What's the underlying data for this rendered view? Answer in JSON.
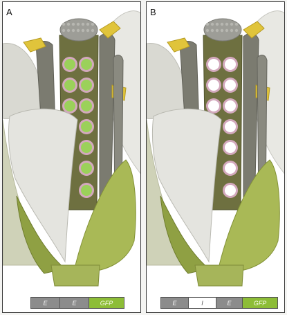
{
  "figure": {
    "panels": [
      {
        "letter": "A",
        "pollen_state": "green",
        "construct": [
          {
            "label": "E",
            "style": "grey"
          },
          {
            "label": "E",
            "style": "grey"
          },
          {
            "label": "GFP",
            "style": "green"
          }
        ]
      },
      {
        "letter": "B",
        "pollen_state": "white",
        "construct": [
          {
            "label": "E",
            "style": "grey"
          },
          {
            "label": "I",
            "style": "white"
          },
          {
            "label": "E",
            "style": "grey"
          },
          {
            "label": "GFP",
            "style": "green"
          }
        ]
      }
    ],
    "colors": {
      "petal": "#e4e4df",
      "sepal": "#a9b956",
      "stamen": "#7b7b70",
      "anther_yellow": "#e0c43b",
      "stigma": "#9d9d97",
      "pollen_green": "#9bd15a",
      "pollen_white": "#ffffff",
      "pollen_rim": "#d3a9bd",
      "gfp_green": "#8dbd37",
      "segment_grey": "#8c8c8c"
    }
  }
}
